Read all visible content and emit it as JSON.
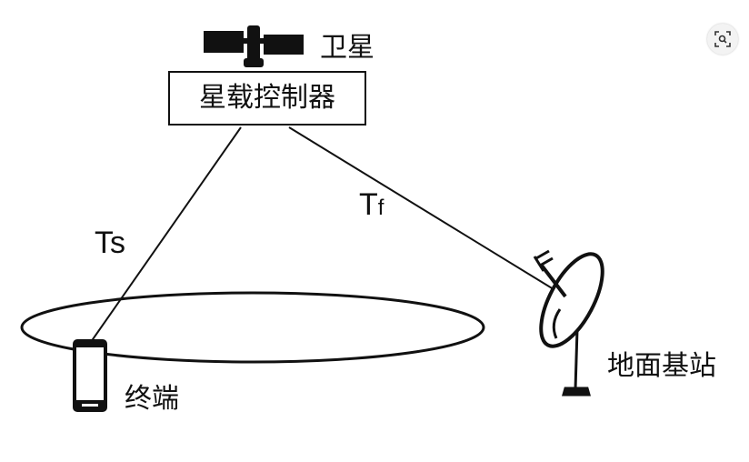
{
  "labels": {
    "satellite": "卫星",
    "controller": "星载控制器",
    "ts_main": "Ts",
    "tf_main": "T",
    "tf_sub": "f",
    "terminal": "终端",
    "ground_station": "地面基站"
  },
  "icons": {
    "satellite": "satellite-icon",
    "phone": "phone-icon",
    "dish": "satellite-dish-icon",
    "zoom": "zoom-icon"
  },
  "colors": {
    "ink": "#111111",
    "background": "#ffffff"
  }
}
